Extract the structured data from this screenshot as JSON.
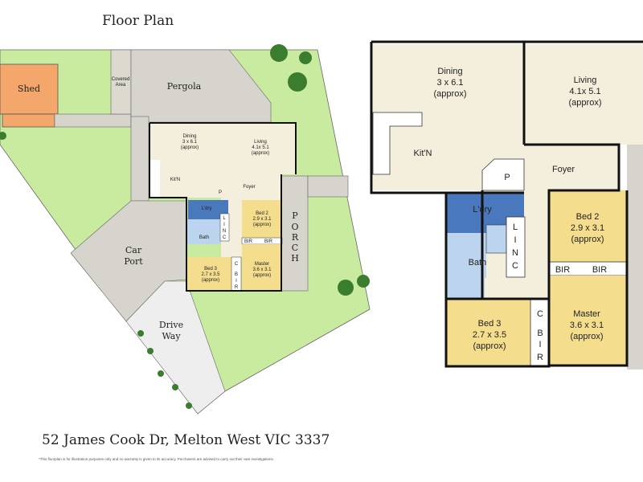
{
  "title": "Floor Plan",
  "address": "52 James Cook Dr, Melton West VIC 3337",
  "disclaimer": "*This floorplan is for illustration purposes only and no warranty is given to its accuracy. Purchasers are advised to carry out their own investigations.",
  "colors": {
    "grass": "#c9eba0",
    "shed": "#f4a76a",
    "paving": "#d6d4cc",
    "living": "#f3efdc",
    "laundry": "#4a78bd",
    "bath": "#bcd4ee",
    "bedroom": "#f5dd8e",
    "driveway": "#eeeeee",
    "wall": "#111111"
  },
  "site_plan": {
    "shed": "Shed",
    "covered_area": [
      "Covered",
      "Area"
    ],
    "pergola": "Pergola",
    "car_port": [
      "Car",
      "Port"
    ],
    "drive_way": [
      "Drive",
      "Way"
    ],
    "porch": [
      "P",
      "O",
      "R",
      "C",
      "H"
    ],
    "rooms": {
      "dining": [
        "Dining",
        "3 x 6.1",
        "(approx)"
      ],
      "living": [
        "Living",
        "4.1x 5.1",
        "(approx)"
      ],
      "kitchen": "Kit'N",
      "pantry": "P",
      "foyer": "Foyer",
      "laundry": "L'dry",
      "linen": [
        "L",
        "I",
        "N",
        "C"
      ],
      "bath": "Bath",
      "bed2": [
        "Bed 2",
        "2.9 x 3.1",
        "(approx)"
      ],
      "bir": "BIR",
      "master": [
        "Master",
        "3.6 x 3.1",
        "(approx)"
      ],
      "bed3": [
        "Bed 3",
        "2.7 x 3.5",
        "(approx)"
      ],
      "cbir": [
        "C",
        "B",
        "I",
        "R"
      ]
    }
  },
  "house_plan": {
    "dining": [
      "Dining",
      "3 x 6.1",
      "(approx)"
    ],
    "living": [
      "Living",
      "4.1x 5.1",
      "(approx)"
    ],
    "kitchen": "Kit'N",
    "pantry": "P",
    "foyer": "Foyer",
    "laundry": "L'dry",
    "linen": [
      "L",
      "I",
      "N",
      "C"
    ],
    "bath": "Bath",
    "bed2": [
      "Bed 2",
      "2.9 x 3.1",
      "(approx)"
    ],
    "bir": "BIR",
    "master": [
      "Master",
      "3.6 x 3.1",
      "(approx)"
    ],
    "bed3": [
      "Bed 3",
      "2.7 x 3.5",
      "(approx)"
    ],
    "cbir": [
      "C",
      "B",
      "I",
      "R"
    ]
  }
}
